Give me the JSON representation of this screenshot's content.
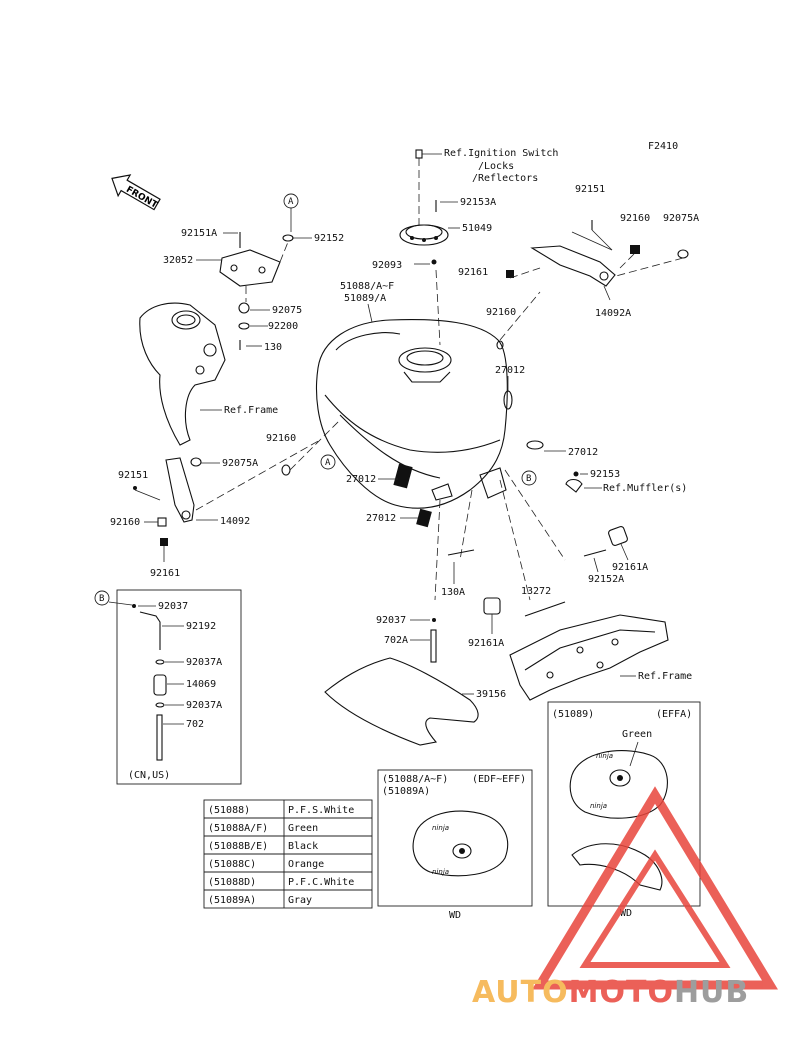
{
  "figure_code": "F2410",
  "front_label": "FRONT",
  "callouts": {
    "A": "A",
    "B": "B"
  },
  "part_labels": {
    "ref_ignition_1": "Ref.Ignition Switch",
    "ref_ignition_2": "/Locks",
    "ref_ignition_3": "/Reflectors",
    "p92153A": "92153A",
    "p51049": "51049",
    "p92093": "92093",
    "p51088": "51088/A~F",
    "p51089": "51089/A",
    "p92151_top": "92151",
    "p92160_top": "92160",
    "p92075A_top": "92075A",
    "p92161_top": "92161",
    "p14092A": "14092A",
    "p92160_mid": "92160",
    "p27012_a": "27012",
    "p27012_b": "27012",
    "p27012_c": "27012",
    "p27012_d": "27012",
    "p92153": "92153",
    "ref_muffler": "Ref.Muffler(s)",
    "p92151A": "92151A",
    "p92152": "92152",
    "p32052": "32052",
    "p92075": "92075",
    "p92200": "92200",
    "p130": "130",
    "ref_frame_1": "Ref.Frame",
    "p92160_left": "92160",
    "p92151_left": "92151",
    "p92075A_left": "92075A",
    "p92160_left2": "92160",
    "p14092": "14092",
    "p92161_left": "92161",
    "p130A": "130A",
    "p92161A_r": "92161A",
    "p92152A": "92152A",
    "p13272": "13272",
    "p92037": "92037",
    "p702A": "702A",
    "p92161A_b": "92161A",
    "ref_frame_2": "Ref.Frame",
    "p39156": "39156"
  },
  "inset_b": {
    "labels": [
      "92037",
      "92192",
      "92037A",
      "14069",
      "92037A",
      "702"
    ],
    "footer": "(CN,US)"
  },
  "color_table": {
    "rows": [
      {
        "code": "(51088)",
        "color": "P.F.S.White"
      },
      {
        "code": "(51088A/F)",
        "color": "Green"
      },
      {
        "code": "(51088B/E)",
        "color": "Black"
      },
      {
        "code": "(51088C)",
        "color": "Orange"
      },
      {
        "code": "(51088D)",
        "color": "P.F.C.White"
      },
      {
        "code": "(51089A)",
        "color": "Gray"
      }
    ]
  },
  "inset_wd_left": {
    "header_1": "(51088/A~F)",
    "header_2": "(51089A)",
    "variant": "(EDF~EFF)",
    "footer": "WD"
  },
  "inset_wd_right": {
    "header": "(51089)",
    "variant": "(EFFA)",
    "note": "Green",
    "footer": "WD"
  },
  "watermark": {
    "text_auto": "AUTO",
    "text_moto": "MOTO",
    "text_hub": "HUB",
    "color_auto": "#f5b042",
    "color_moto": "#e8453c",
    "color_hub": "#8c8c8c",
    "triangle_color": "#e8453c"
  }
}
